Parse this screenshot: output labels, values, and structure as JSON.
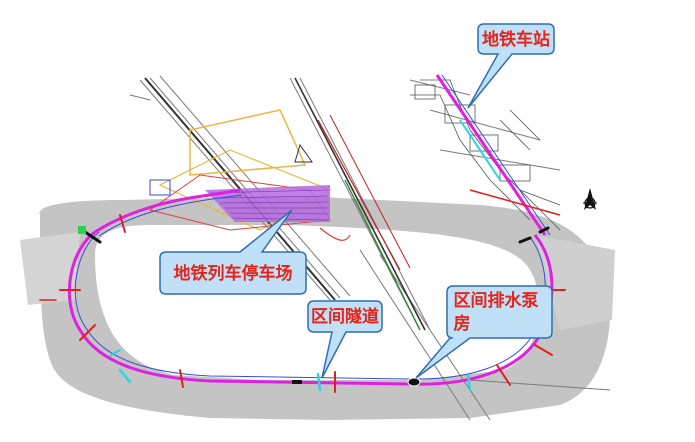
{
  "callouts": {
    "metro_station": "地铁车站",
    "depot": "地铁列车停车场",
    "tunnel": "区间隧道",
    "pump_house": "区间排水泵房"
  },
  "colors": {
    "route_magenta": "#e020e0",
    "route_blue": "#3a4bd8",
    "callout_fill": "#bfe0f6",
    "callout_border": "#2f6fb0",
    "callout_text": "#e4241b",
    "terrain_gray": "#bdbdbd",
    "depot_purple": "#b46be0",
    "marker_red": "#e02020",
    "marker_cyan": "#2ad6e6"
  },
  "icons": {
    "north_arrow": "north-arrow-icon",
    "pump_marker": "pump-marker-icon"
  }
}
